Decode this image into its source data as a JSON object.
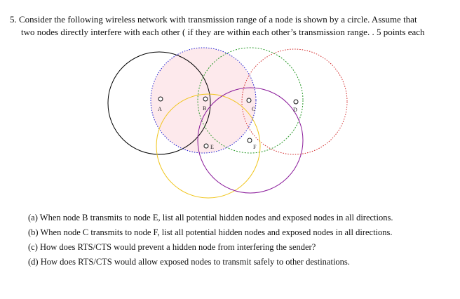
{
  "problem": {
    "line1": "5.  Consider the following wireless network with transmission range of a node is shown by a circle.  Assume that",
    "line2": "two nodes directly interfere with each other ( if they are within each other’s transmission range.  . 5 points each"
  },
  "nodes": [
    {
      "id": "A",
      "label": "A"
    },
    {
      "id": "B",
      "label": "B"
    },
    {
      "id": "C",
      "label": "C"
    },
    {
      "id": "D",
      "label": "D"
    },
    {
      "id": "E",
      "label": "E"
    },
    {
      "id": "F",
      "label": "F"
    }
  ],
  "range_colors": {
    "A": "#000000",
    "B": "#1a1ad0",
    "C": "#1a1ad0",
    "D": "#d12626",
    "E": "#2a9a2a",
    "F": "#8a1a9a",
    "yellow": "#f0c419",
    "highlight": "#fde9ec"
  },
  "questions": [
    "(a)  When node B transmits to node E, list all potential hidden nodes and exposed nodes in all directions.",
    "(b)  When node C transmits to node F, list all potential hidden nodes and exposed nodes in all directions.",
    "(c)  How does RTS/CTS would prevent a hidden node from interfering the sender?",
    "(d)  How does RTS/CTS would allow exposed nodes to transmit safely to other destinations."
  ]
}
